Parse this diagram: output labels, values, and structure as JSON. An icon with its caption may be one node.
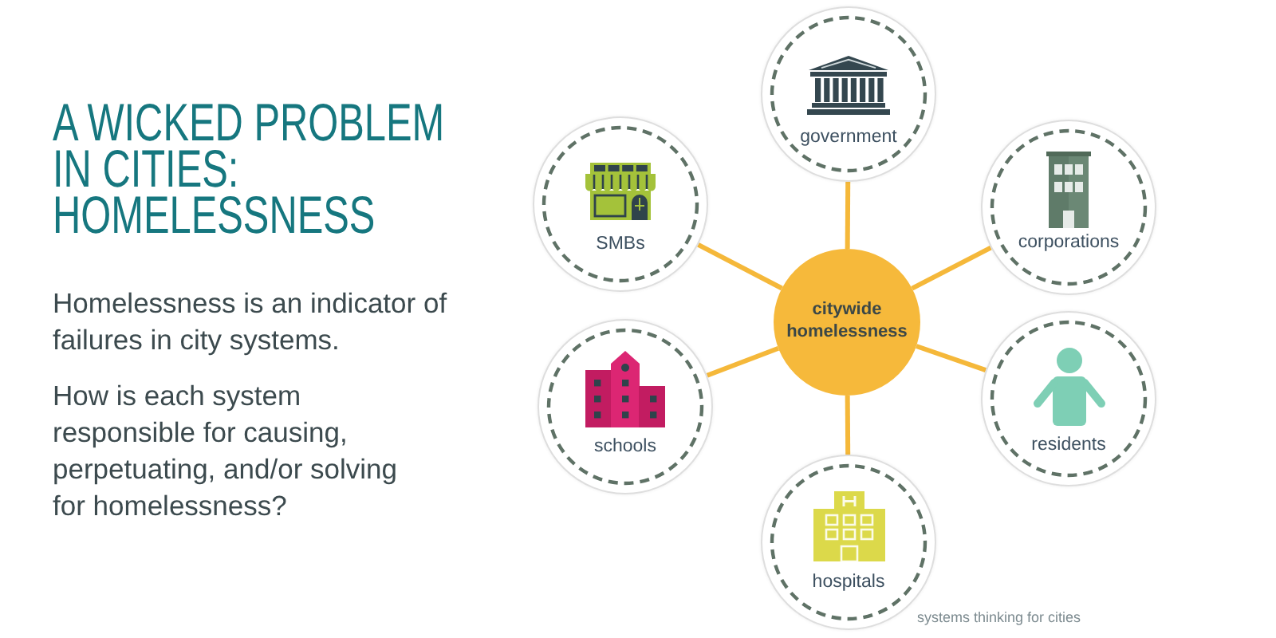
{
  "diagram": {
    "title": "A WICKED PROBLEM IN CITIES: HOMELESSNESS",
    "nodes": [
      {
        "text": [
          "government"
        ]
      },
      {
        "text": [
          "SMBs"
        ]
      },
      {
        "text": [
          "corporations"
        ]
      },
      {
        "text": [
          "citywide homelessness"
        ]
      },
      {
        "text": [
          "schools"
        ]
      },
      {
        "text": [
          "residents"
        ]
      },
      {
        "text": [
          "hospitals"
        ]
      }
    ],
    "edges": [
      {
        "from": 3,
        "to": 0,
        "arrow": "none"
      },
      {
        "from": 3,
        "to": 1,
        "arrow": "none"
      },
      {
        "from": 3,
        "to": 2,
        "arrow": "none"
      },
      {
        "from": 3,
        "to": 4,
        "arrow": "none"
      },
      {
        "from": 3,
        "to": 5,
        "arrow": "none"
      },
      {
        "from": 3,
        "to": 6,
        "arrow": "none"
      }
    ],
    "labels": [
      "Homelessness is an indicator of failures in city systems.",
      "How is each system responsible for causing, perpetuating, and/or solving for homelessness?",
      "systems thinking for cities"
    ]
  }
}
